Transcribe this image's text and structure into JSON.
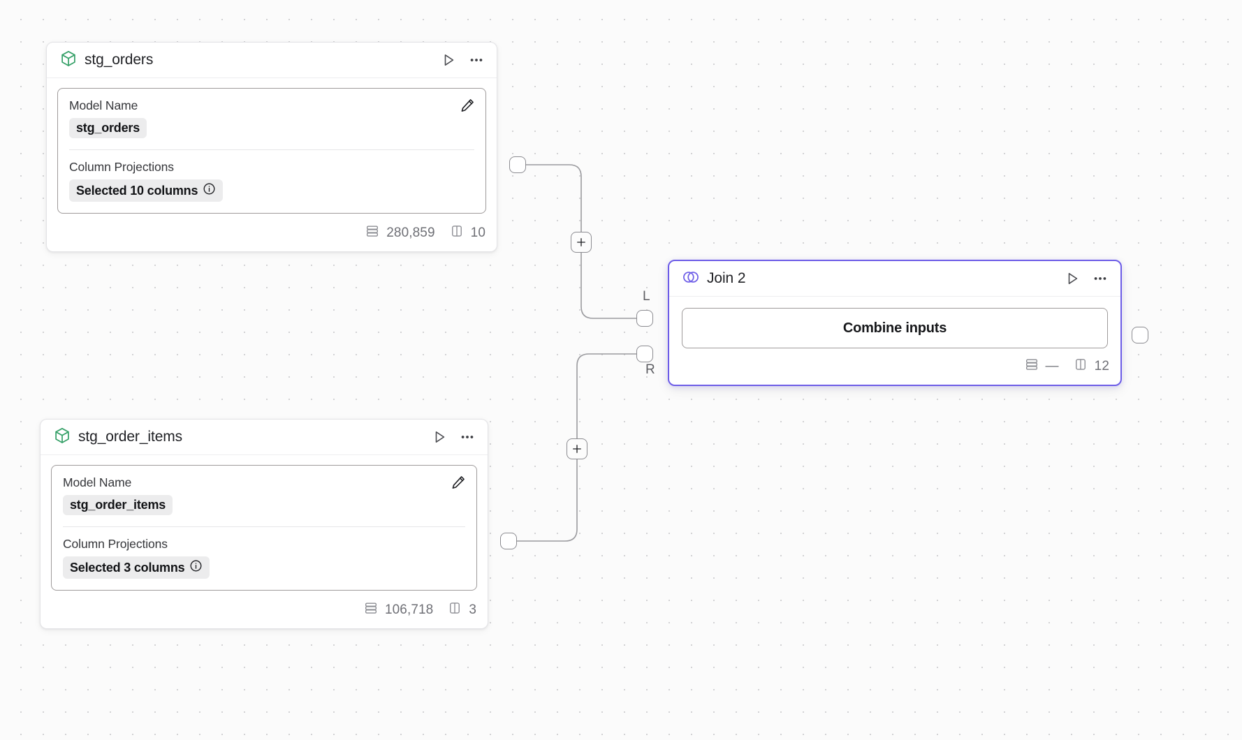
{
  "canvas": {
    "background_color": "#fbfbfb",
    "grid": "dot-grid",
    "accent_color": "#6c5ce7",
    "model_icon_color": "#37a169"
  },
  "nodes": [
    {
      "id": "stg_orders",
      "type": "model",
      "icon": "cube-icon",
      "title": "stg_orders",
      "fields": {
        "model_name_label": "Model Name",
        "model_name_value": "stg_orders",
        "column_projections_label": "Column Projections",
        "column_projections_value": "Selected 10 columns"
      },
      "footer": {
        "rows_icon": "rows-icon",
        "rows": "280,859",
        "columns_icon": "columns-icon",
        "columns": "10"
      },
      "actions": {
        "run": "run-icon",
        "more": "more-icon",
        "edit": "pencil-icon"
      }
    },
    {
      "id": "stg_order_items",
      "type": "model",
      "icon": "cube-icon",
      "title": "stg_order_items",
      "fields": {
        "model_name_label": "Model Name",
        "model_name_value": "stg_order_items",
        "column_projections_label": "Column Projections",
        "column_projections_value": "Selected 3 columns"
      },
      "footer": {
        "rows_icon": "rows-icon",
        "rows": "106,718",
        "columns_icon": "columns-icon",
        "columns": "3"
      },
      "actions": {
        "run": "run-icon",
        "more": "more-icon",
        "edit": "pencil-icon"
      }
    },
    {
      "id": "join_2",
      "type": "join",
      "icon": "venn-icon",
      "title": "Join 2",
      "selected": true,
      "button_label": "Combine inputs",
      "footer": {
        "rows_icon": "rows-icon",
        "rows": "—",
        "columns_icon": "columns-icon",
        "columns": "12"
      },
      "actions": {
        "run": "run-icon",
        "more": "more-icon"
      }
    }
  ],
  "handles": {
    "left_input_label": "L",
    "right_input_label": "R",
    "plus_label": "+"
  }
}
